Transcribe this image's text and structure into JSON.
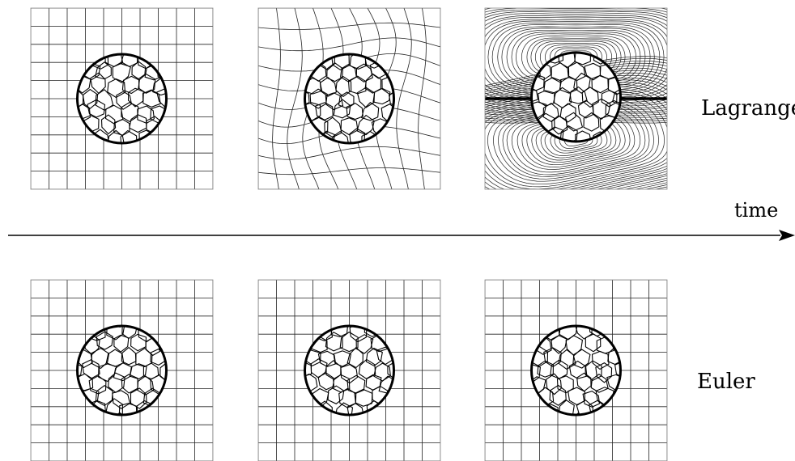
{
  "labels": {
    "lagrange": "Lagrange",
    "time": "time",
    "euler": "Euler"
  },
  "rows": [
    {
      "name": "lagrange",
      "panels": [
        {
          "mesh": "regular grid",
          "deformation": 0.0
        },
        {
          "mesh": "distorted grid",
          "deformation": 0.5
        },
        {
          "mesh": "swirling grid",
          "deformation": 1.0
        }
      ]
    },
    {
      "name": "euler",
      "panels": [
        {
          "mesh": "regular grid",
          "deformation": 0.0
        },
        {
          "mesh": "regular grid",
          "deformation": 0.0
        },
        {
          "mesh": "regular grid",
          "deformation": 0.0
        }
      ]
    }
  ],
  "colors": {
    "ink": "#000000",
    "grid": "#222222",
    "background": "#ffffff"
  }
}
